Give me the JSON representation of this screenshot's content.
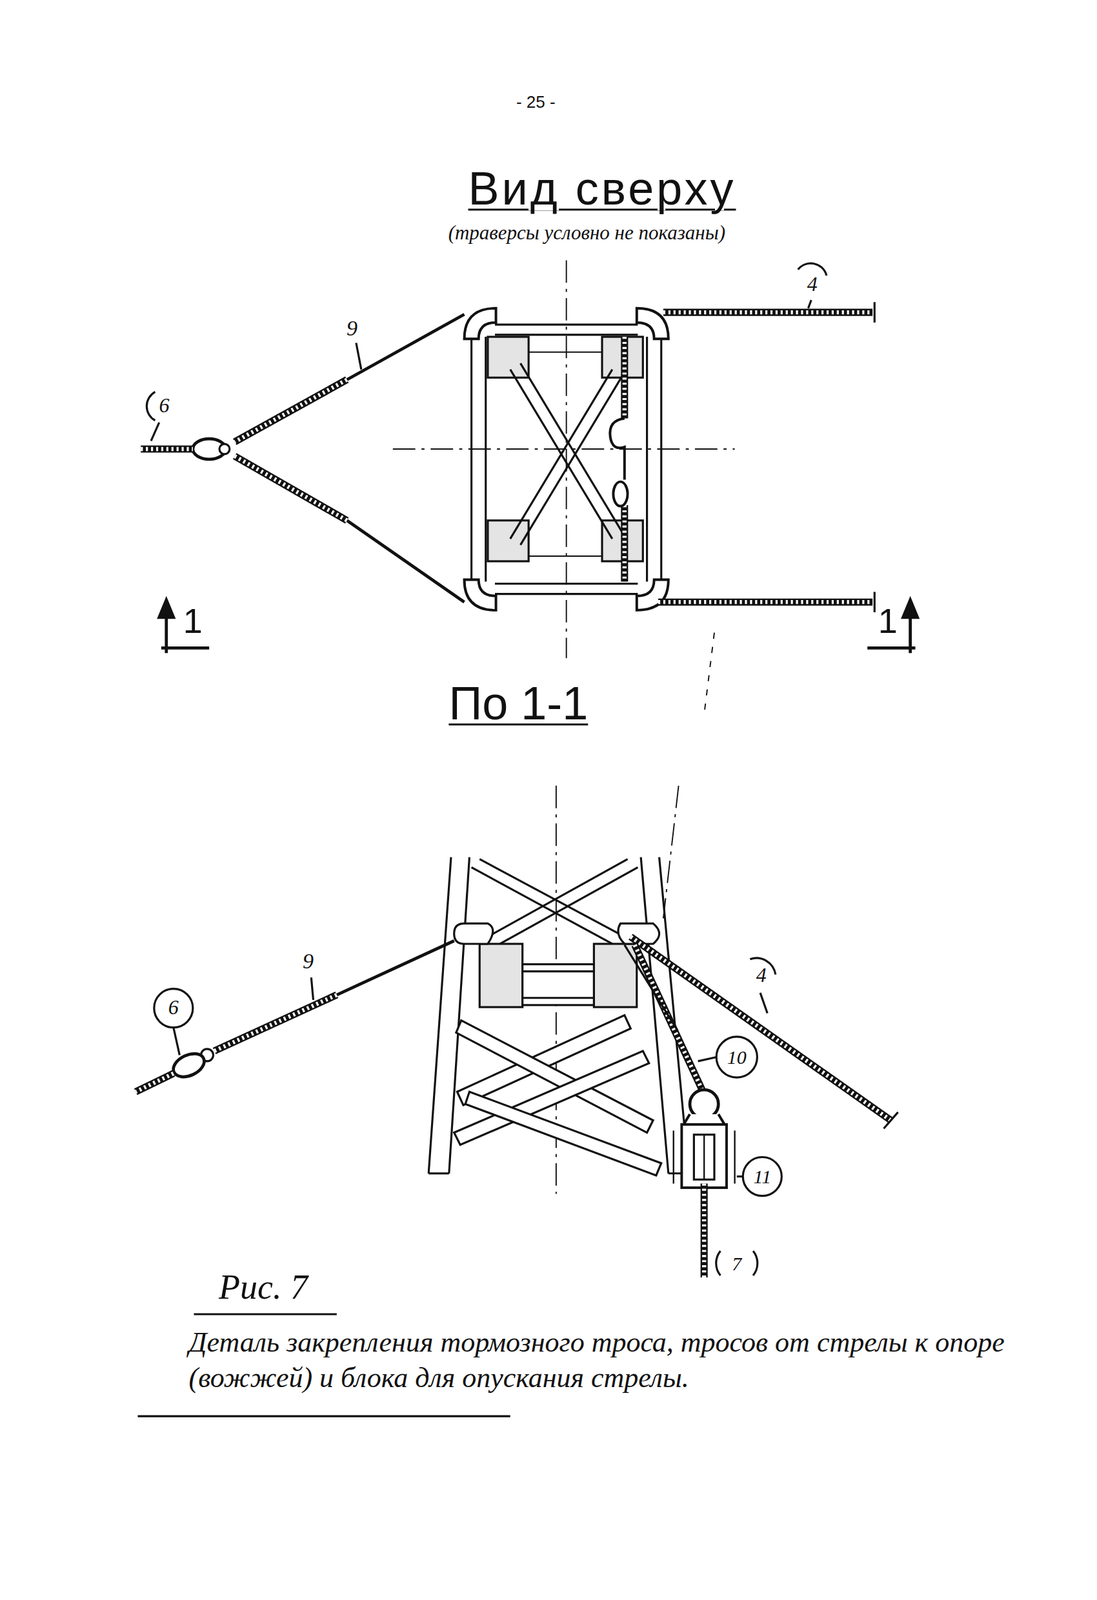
{
  "diagram": {
    "title": "Вид сверху",
    "caption": "Деталь закрепления тормозного троса, тросов от стрелы к опоре (вожжей) и блока для опускания стрелы.",
    "labels": [
      "- 25 -",
      "(траверсы условно не показаны)",
      "9",
      "6",
      "4",
      "1",
      "1",
      "По 1-1",
      "9",
      "6",
      "4",
      "10",
      "11",
      "7",
      "Рис. 7"
    ]
  }
}
